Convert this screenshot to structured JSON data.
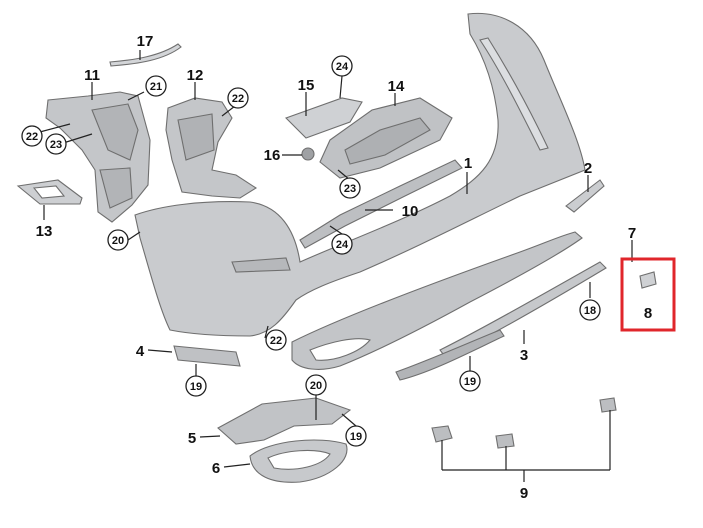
{
  "title": "",
  "part_labels": [
    "17",
    "11",
    "21",
    "12",
    "22",
    "24",
    "15",
    "14",
    "22",
    "23",
    "16",
    "23",
    "1",
    "2",
    "13",
    "20",
    "10",
    "24",
    "7",
    "8",
    "18",
    "4",
    "22",
    "3",
    "19",
    "19",
    "20",
    "5",
    "19",
    "6",
    "9"
  ],
  "highlight": {
    "label": "8",
    "color": "#e0262b"
  },
  "colors": {
    "part_fill": "#c9cbce",
    "part_stroke": "#6f6f6f",
    "line": "#222222"
  }
}
